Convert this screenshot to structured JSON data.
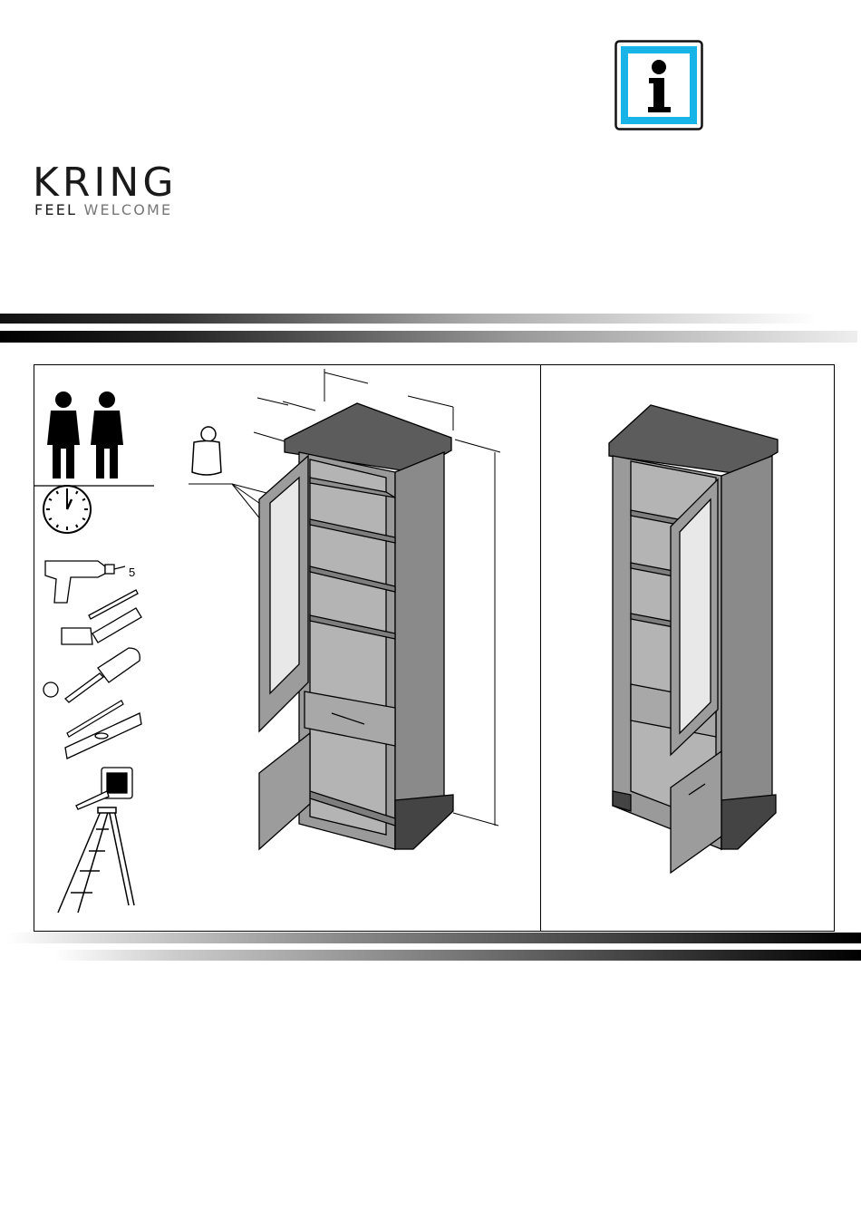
{
  "document": {
    "brand": {
      "name": "KRING",
      "tagline_part1": "FEEL",
      "tagline_part2": "WELCOME"
    },
    "info_sign": {
      "icon": "info-icon",
      "color": "#18b4e8"
    },
    "tools": {
      "drill_bit_label": "5"
    }
  }
}
